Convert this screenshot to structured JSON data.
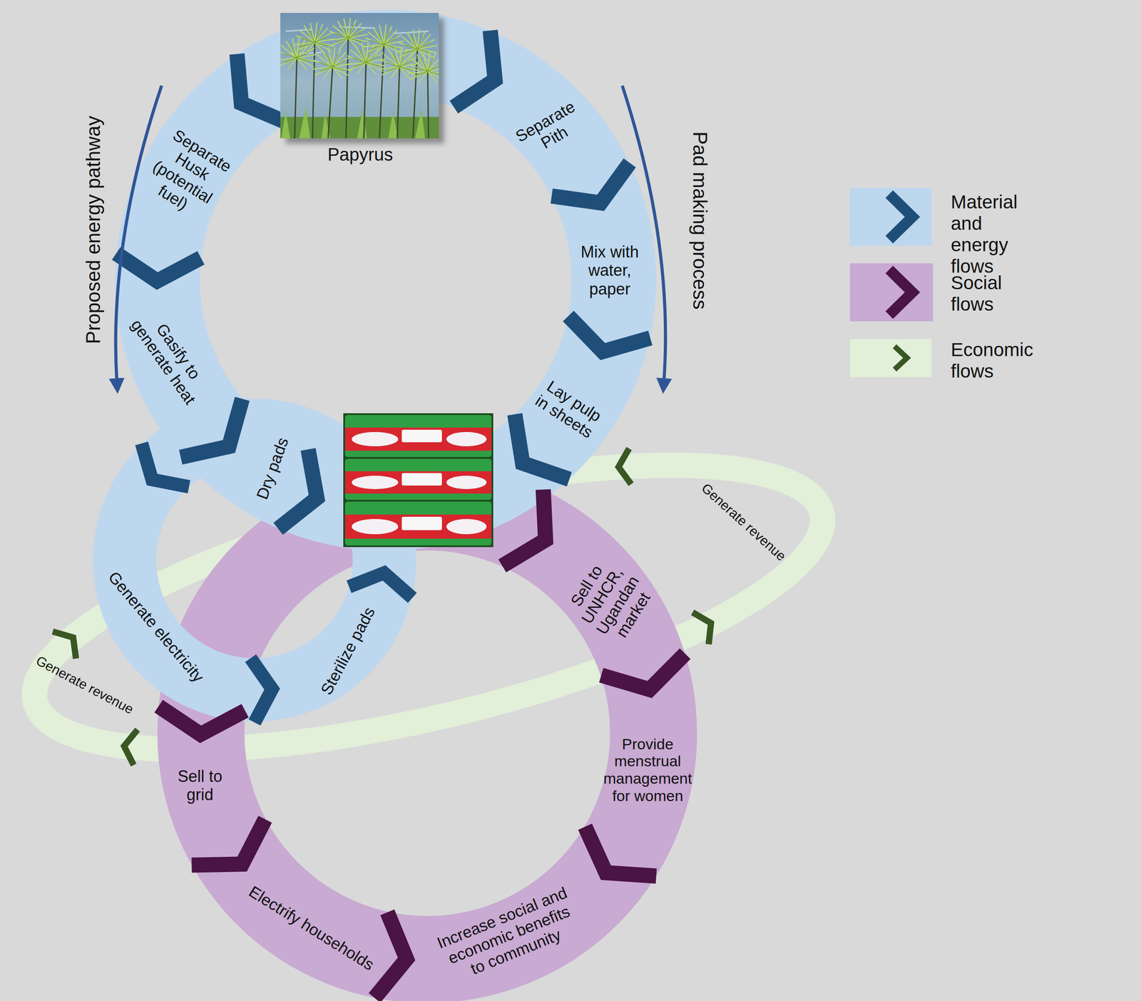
{
  "diagram": {
    "nodes": [
      {
        "text": [
          "Papyrus"
        ]
      },
      {
        "text": [
          "Separate Husk (potential fuel)"
        ]
      },
      {
        "text": [
          "Separate Pith"
        ]
      },
      {
        "text": [
          "Mix with water, paper"
        ]
      },
      {
        "text": [
          "Gasify to generate heat"
        ]
      },
      {
        "text": [
          "Lay pulp in sheets"
        ]
      },
      {
        "text": [
          "Dry pads"
        ]
      },
      {
        "text": [
          "Generate revenue"
        ]
      },
      {
        "text": [
          "Sell to UNHCR, Ugandan market"
        ]
      },
      {
        "text": [
          "Generate electricity"
        ]
      },
      {
        "text": [
          "Sterilize pads"
        ]
      },
      {
        "text": [
          "Generate revenue"
        ]
      },
      {
        "text": [
          "Sell to grid"
        ]
      },
      {
        "text": [
          "Provide menstrual management for women"
        ]
      },
      {
        "text": [
          "Electrify households"
        ]
      },
      {
        "text": [
          "Increase social and economic benefits to community"
        ]
      }
    ],
    "edges": [
      {
        "from": 0,
        "to": 1,
        "arrow": "to"
      },
      {
        "from": 0,
        "to": 2,
        "arrow": "to"
      },
      {
        "from": 2,
        "to": 3,
        "arrow": "to"
      },
      {
        "from": 3,
        "to": 5,
        "arrow": "to"
      },
      {
        "from": 1,
        "to": 4,
        "arrow": "to"
      },
      {
        "from": 4,
        "to": 6,
        "arrow": "to"
      },
      {
        "from": 4,
        "to": 9,
        "arrow": "to"
      },
      {
        "from": 5,
        "to": 6,
        "arrow": "to"
      },
      {
        "from": 6,
        "to": 8,
        "arrow": "to"
      },
      {
        "from": 9,
        "to": 10,
        "arrow": "to"
      },
      {
        "from": 10,
        "to": 8,
        "arrow": "to"
      },
      {
        "from": 9,
        "to": 12,
        "arrow": "to"
      },
      {
        "from": 12,
        "to": 14,
        "arrow": "to"
      },
      {
        "from": 14,
        "to": 15,
        "arrow": "to"
      },
      {
        "from": 8,
        "to": 13,
        "arrow": "to"
      },
      {
        "from": 13,
        "to": 15,
        "arrow": "to"
      },
      {
        "from": 8,
        "to": 7,
        "arrow": "to"
      },
      {
        "from": 12,
        "to": 11,
        "arrow": "to"
      }
    ],
    "labels": [
      "Proposed energy pathway",
      "Pad making process"
    ],
    "legend": [
      {
        "text": "Material and energy flows",
        "color": "#bdd7ee"
      },
      {
        "text": "Social flows",
        "color": "#c9aad2"
      },
      {
        "text": "Economic flows",
        "color": "#e2efd9"
      }
    ]
  }
}
